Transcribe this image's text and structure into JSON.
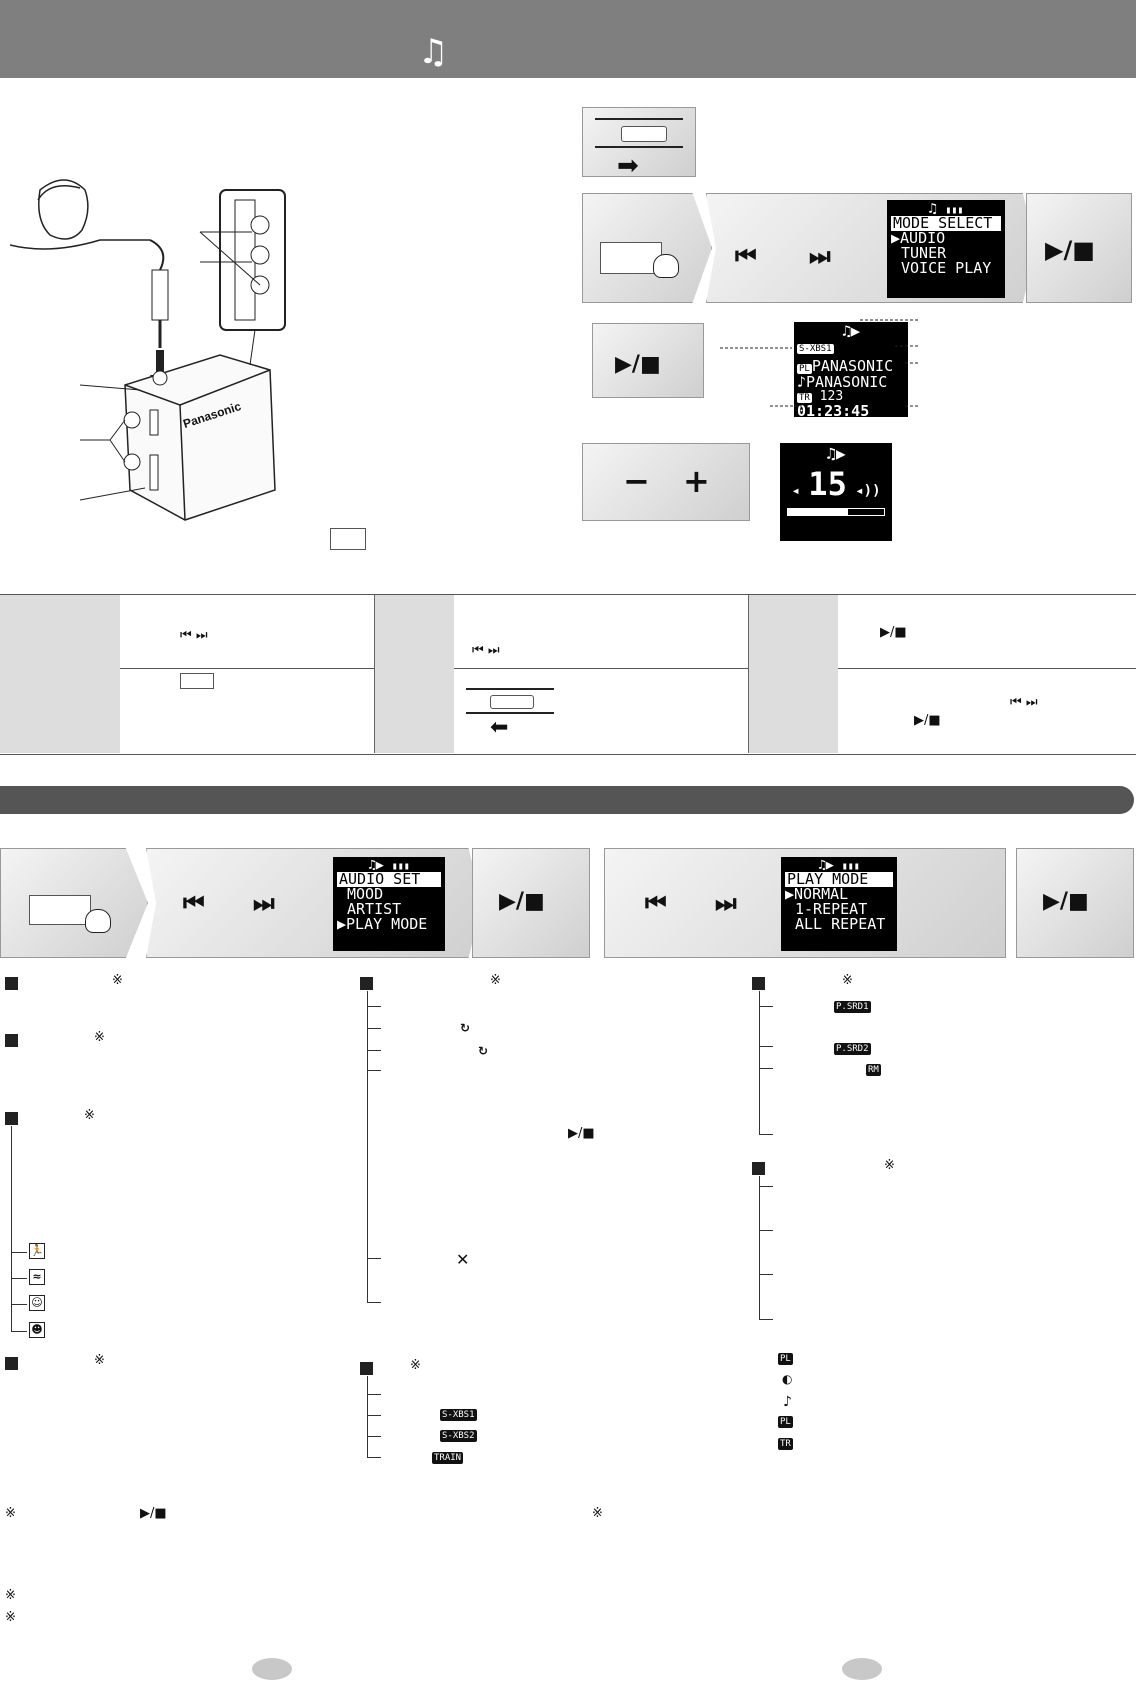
{
  "header": {
    "icon": "music-note-icon"
  },
  "lcd_mode_select": {
    "title": "MODE SELECT",
    "items": [
      "AUDIO",
      "TUNER",
      "VOICE PLAY"
    ],
    "selected_index": 0
  },
  "lcd_playback": {
    "line1": "PANASONIC",
    "line2": "PANASONIC",
    "track_label": "123",
    "time": "01:23:45",
    "badge_left": "S-XBS1",
    "badge_pl": "PL",
    "badge_tr": "TR"
  },
  "lcd_volume": {
    "level": "15"
  },
  "brand": {
    "logo": "Panasonic"
  },
  "section2": {},
  "lcd_audio_set": {
    "title": "AUDIO SET",
    "items": [
      "MOOD",
      "ARTIST",
      "PLAY MODE"
    ],
    "selected_index": 2
  },
  "lcd_play_mode": {
    "title": "PLAY MODE",
    "items": [
      "NORMAL",
      "1-REPEAT",
      "ALL REPEAT"
    ],
    "selected_index": 0
  },
  "badges": {
    "psrd1": "P.SRD1",
    "psrd2": "P.SRD2",
    "rm": "RM",
    "sxbs1": "S-XBS1",
    "sxbs2": "S-XBS2",
    "train": "TRAIN",
    "pl": "PL",
    "tr": "TR"
  },
  "symbols": {
    "note_mark": "※",
    "prev": "⏮",
    "next": "⏭",
    "playstop": "▶/■",
    "minus": "−",
    "plus": "+"
  }
}
